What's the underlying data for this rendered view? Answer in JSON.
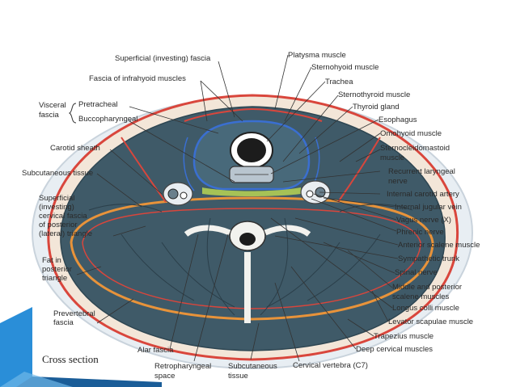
{
  "caption": "Cross section",
  "colors": {
    "muscle": "#3f5a68",
    "muscle_dark": "#2e4652",
    "fascia_red": "#d9463c",
    "fascia_orange": "#e8933a",
    "fascia_blue": "#3a6fd1",
    "background_ring": "#dfe7ee",
    "accent_blue": "#1e6fb0"
  },
  "labels": {
    "superficial_investing_fascia": "Superficial (investing) fascia",
    "fascia_infrahyoid": "Fascia of infrahyoid muscles",
    "visceral": "Visceral",
    "fascia": "fascia",
    "pretracheal": "Pretracheal",
    "buccopharyngeal": "Buccopharyngeal",
    "carotid_sheath": "Carotid sheath",
    "subcutaneous_tissue": "Subcutaneous tissue",
    "superficial_cervical_1": "Superficial",
    "superficial_cervical_2": "(investing)",
    "superficial_cervical_3": "cervical fascia",
    "superficial_cervical_4": "of posterior",
    "superficial_cervical_5": "(lateral) triangle",
    "fat_1": "Fat in",
    "fat_2": "posterior",
    "fat_3": "triangle",
    "prevertebral_1": "Prevertebral",
    "prevertebral_2": "fascia",
    "alar_fascia": "Alar fascia",
    "retropharyngeal_1": "Retropharyngeal",
    "retropharyngeal_2": "space",
    "subcutaneous_bottom_1": "Subcutaneous",
    "subcutaneous_bottom_2": "tissue",
    "cervical_vertebra": "Cervical vertebra (C7)",
    "platysma": "Platysma muscle",
    "sternohyoid": "Sternohyoid muscle",
    "trachea": "Trachea",
    "sternothyroid": "Sternothyroid muscle",
    "thyroid_gland": "Thyroid gland",
    "esophagus": "Esophagus",
    "omohyoid": "Omohyoid muscle",
    "sternocleidomastoid_1": "Sternocleidomastoid",
    "sternocleidomastoid_2": "muscle",
    "recurrent_laryngeal_1": "Recurrent laryngeal",
    "recurrent_laryngeal_2": "nerve",
    "internal_carotid": "Internal carotid artery",
    "internal_jugular": "Internal jugular vein",
    "vagus": "Vagus nerve (X)",
    "phrenic": "Phrenic nerve",
    "anterior_scalene": "Anterior scalene muscle",
    "sympathetic_trunk": "Sympathetic trunk",
    "spinal_nerve": "Spinal nerve",
    "middle_posterior_1": "Middle and posterior",
    "middle_posterior_2": "scalene muscles",
    "longus_colli": "Longus colli muscle",
    "levator_scapulae": "Levator scapulae muscle",
    "trapezius": "Trapezius muscle",
    "deep_cervical": "Deep cervical muscles"
  }
}
